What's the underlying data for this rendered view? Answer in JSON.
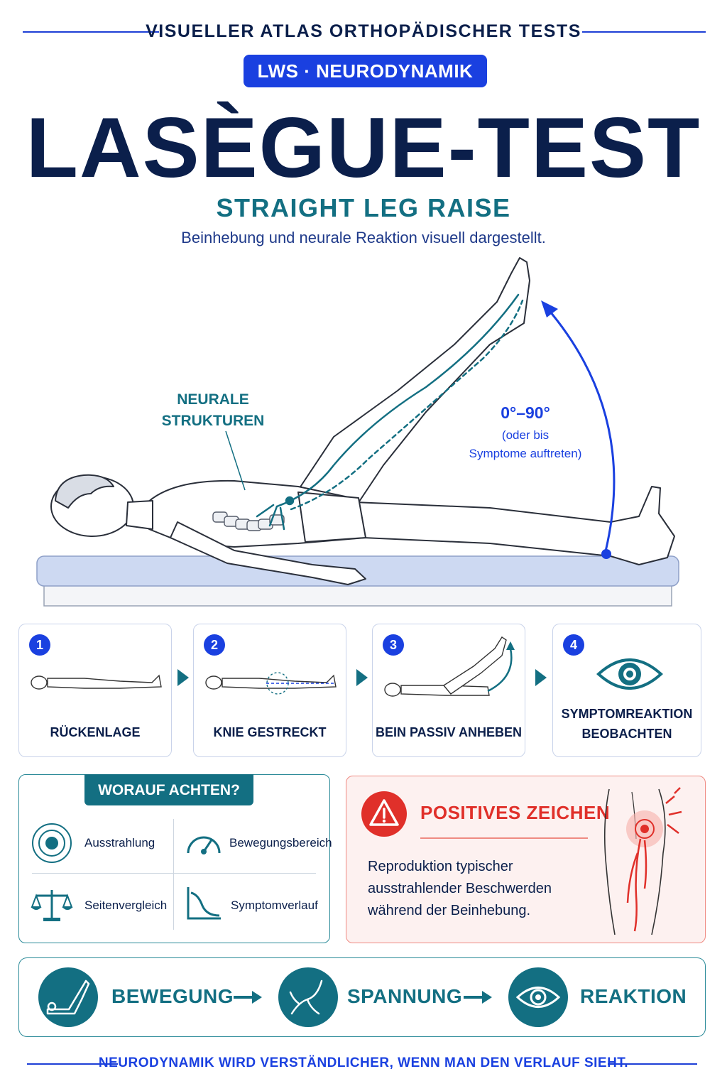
{
  "header": {
    "atlas": "VISUELLER ATLAS ORTHOPÄDISCHER TESTS",
    "category": "LWS · NEURODYNAMIK",
    "title": "LASÈGUE-TEST",
    "subtitle": "STRAIGHT LEG RAISE",
    "tagline": "Beinhebung und neurale Reaktion visuell dargestellt."
  },
  "illustration": {
    "neural_label_1": "NEURALE",
    "neural_label_2": "STRUKTUREN",
    "angle_value": "0°–90°",
    "angle_note_1": "(oder bis",
    "angle_note_2": "Symptome auftreten)"
  },
  "steps": [
    {
      "num": "1",
      "label": "RÜCKENLAGE"
    },
    {
      "num": "2",
      "label": "KNIE GESTRECKT"
    },
    {
      "num": "3",
      "label": "BEIN PASSIV ANHEBEN"
    },
    {
      "num": "4",
      "label_1": "SYMPTOMREAKTION",
      "label_2": "BEOBACHTEN"
    }
  ],
  "watch": {
    "heading": "WORAUF ACHTEN?",
    "items": [
      {
        "label": "Ausstrahlung",
        "icon": "radiation-target-icon"
      },
      {
        "label": "Bewegungsbereich",
        "icon": "gauge-icon"
      },
      {
        "label": "Seitenvergleich",
        "icon": "balance-scale-icon"
      },
      {
        "label": "Symptomverlauf",
        "icon": "decay-curve-icon"
      }
    ]
  },
  "positive": {
    "title": "POSITIVES ZEICHEN",
    "text_1": "Reproduktion typischer",
    "text_2": "ausstrahlender Beschwerden",
    "text_3": "während der Beinhebung."
  },
  "flow": {
    "items": [
      {
        "label": "BEWEGUNG",
        "icon": "leg-raise-icon"
      },
      {
        "label": "SPANNUNG",
        "icon": "nerve-branch-icon"
      },
      {
        "label": "REAKTION",
        "icon": "eye-icon"
      }
    ]
  },
  "footer": "NEURODYNAMIK WIRD VERSTÄNDLICHER, WENN MAN DEN VERLAUF SIEHT.",
  "colors": {
    "navy": "#0b1f4b",
    "blue": "#1a40e0",
    "teal": "#136f82",
    "red": "#e0302a"
  }
}
